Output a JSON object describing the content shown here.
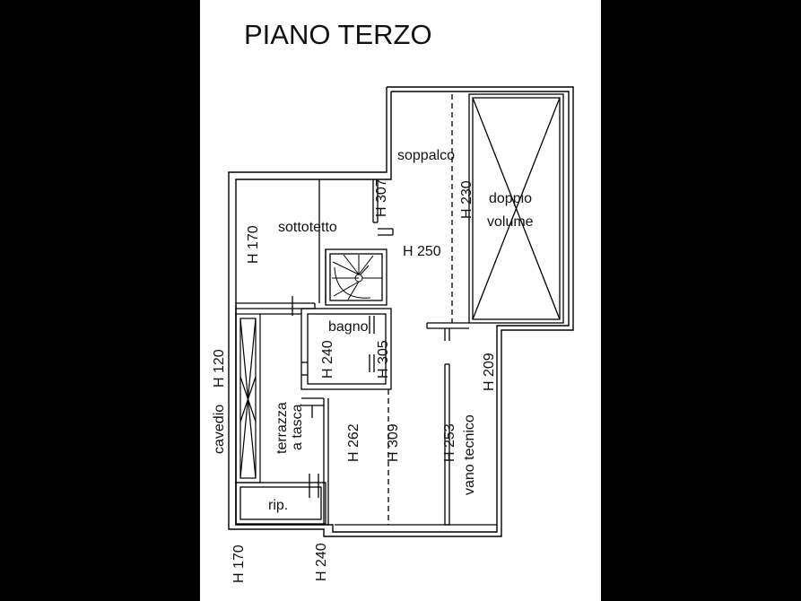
{
  "title": "PIANO TERZO",
  "rooms": {
    "soppalco": "soppalco",
    "doppio": "doppio",
    "volume": "volume",
    "sottotetto": "sottotetto",
    "bagno": "bagno",
    "terrazza": "terrazza",
    "a_tasca": "a tasca",
    "vano_tecnico": "vano tecnico",
    "cavedio": "cavedio",
    "rip": "rip."
  },
  "heights": {
    "h307": "H 307",
    "h230": "H 230",
    "h250": "H 250",
    "h170_top": "H 170",
    "h120": "H 120",
    "h240_bagno": "H 240",
    "h305": "H 305",
    "h209": "H 209",
    "h262": "H 262",
    "h309": "H 309",
    "h253": "H 253",
    "h170_bottom": "H 170",
    "h240_bottom": "H 240"
  }
}
